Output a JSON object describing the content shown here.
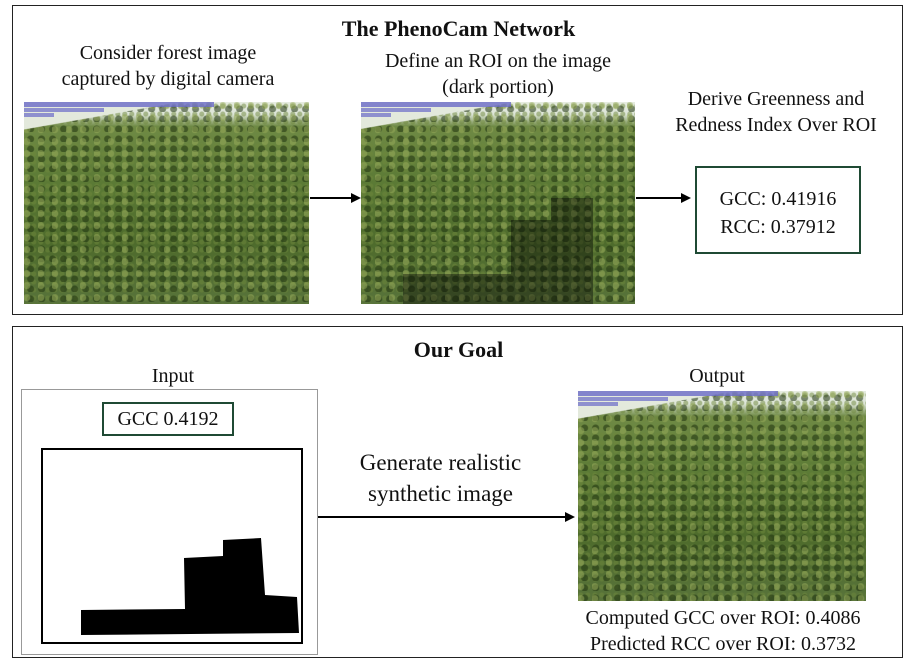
{
  "top_panel": {
    "title": "The PhenoCam Network",
    "step1_caption_line1": "Consider forest image",
    "step1_caption_line2": "captured by digital camera",
    "step2_caption_line1": "Define an ROI on the image",
    "step2_caption_line2": "(dark portion)",
    "step3_caption_line1": "Derive Greenness and",
    "step3_caption_line2": "Redness Index Over ROI",
    "gcc_text": "GCC: 0.41916",
    "rcc_text": "RCC: 0.37912"
  },
  "bottom_panel": {
    "title": "Our Goal",
    "input_label": "Input",
    "input_gcc": "GCC 0.4192",
    "process_line1": "Generate realistic",
    "process_line2": "synthetic image",
    "output_label": "Output",
    "computed_gcc": "Computed GCC over ROI: 0.4086",
    "predicted_rcc": "Predicted RCC over ROI: 0.3732"
  },
  "colors": {
    "box_border": "#1f4a34",
    "roi_overlay": "rgba(0,0,0,0.38)"
  }
}
